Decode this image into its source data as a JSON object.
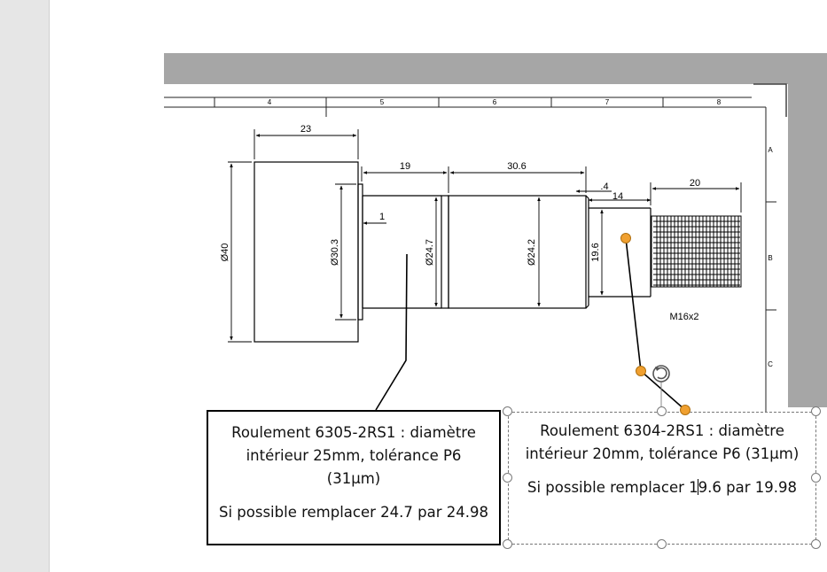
{
  "drawing": {
    "columns": [
      "4",
      "5",
      "6",
      "7",
      "8"
    ],
    "rows": [
      "A",
      "B",
      "C"
    ],
    "dimensions": {
      "d23": "23",
      "d19": "19",
      "d30_6": "30.6",
      "d20": "20",
      "d4": ".4",
      "d14": "14",
      "d1": "1",
      "dia40": "Ø40",
      "dia30_3": "Ø30.3",
      "dia24_7": "Ø24.7",
      "dia24_2": "Ø24.2",
      "d19_6": "19.6"
    },
    "thread_label": "M16x2"
  },
  "callout_left": {
    "line1": "Roulement 6305-2RS1 : diamètre",
    "line2": "intérieur 25mm, tolérance P6",
    "line3": "(31µm)",
    "note": "Si possible remplacer 24.7 par 24.98"
  },
  "callout_right": {
    "line1": "Roulement 6304-2RS1 : diamètre",
    "line2": "intérieur 20mm, tolérance P6 (31µm)",
    "note_before_caret": "Si possible remplacer 1",
    "note_after_caret": "9.6 par 19.98"
  },
  "colors": {
    "gutter": "#e6e6e6",
    "shadow": "#a6a6a6",
    "adjust_handle": "#f0a030"
  },
  "icons": [
    "rotate-icon"
  ]
}
